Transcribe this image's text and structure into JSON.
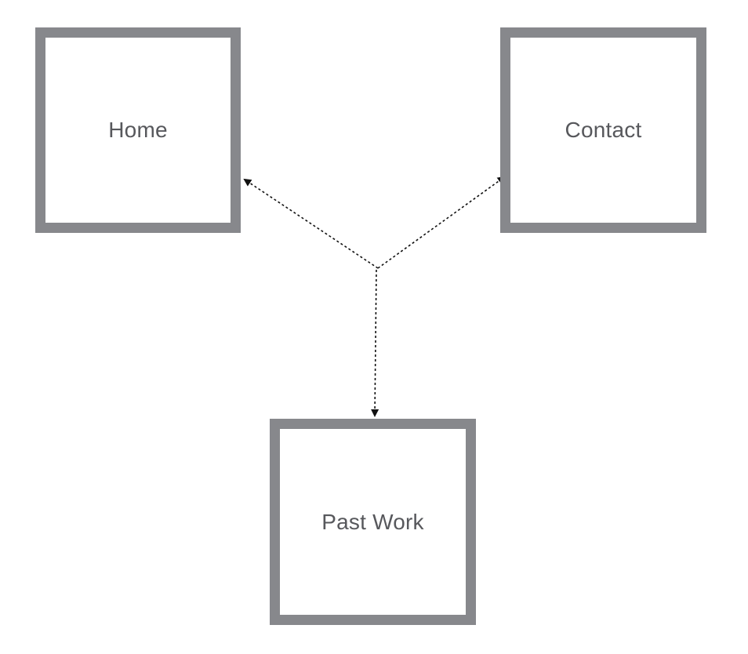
{
  "nodes": {
    "home": {
      "label": "Home"
    },
    "contact": {
      "label": "Contact"
    },
    "past_work": {
      "label": "Past Work"
    }
  },
  "colors": {
    "box_border": "#87888c",
    "label_text": "#57585c",
    "connector": "#111111"
  }
}
